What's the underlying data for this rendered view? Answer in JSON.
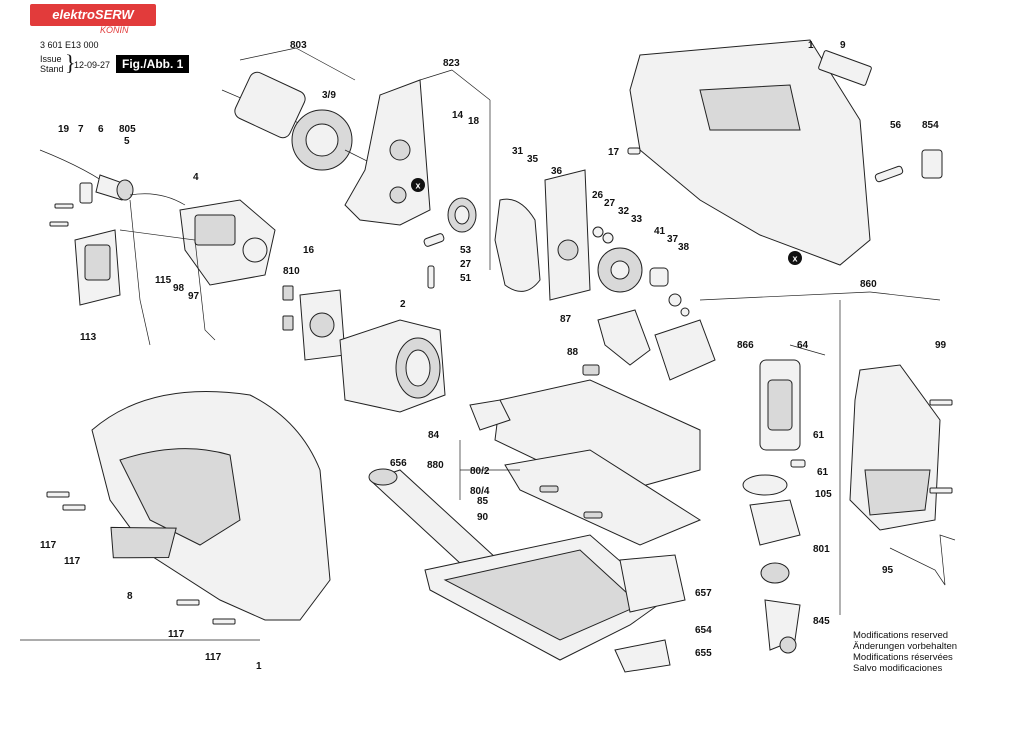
{
  "watermark": {
    "brand": "elektroSERW",
    "city": "KONIN"
  },
  "header": {
    "document_number": "3 601 E13 000",
    "issue_label_1": "Issue",
    "issue_label_2": "Stand",
    "issue_date": "12-09-27",
    "figure_label": "Fig./Abb. 1"
  },
  "notes": [
    "Modifications reserved",
    "Änderungen vorbehalten",
    "Modifications réservées",
    "Salvo modificaciones"
  ],
  "callout_labels": {
    "armature": "803",
    "armature_sub": "3/9",
    "bearing_plate": "823",
    "p14": "14",
    "p18": "18",
    "p53": "53",
    "p27a": "27",
    "p51": "51",
    "p19": "19",
    "p7": "7",
    "p6": "6",
    "p805": "805",
    "p5": "5",
    "p4": "4",
    "p115": "115",
    "p98": "98",
    "p97": "97",
    "p113": "113",
    "p16": "16",
    "p810": "810",
    "p2": "2",
    "p31": "31",
    "p35": "35",
    "p36": "36",
    "p26": "26",
    "p27b": "27",
    "p32": "32",
    "p33": "33",
    "p41": "41",
    "p37": "37",
    "p38": "38",
    "p87": "87",
    "p1a": "1",
    "p9": "9",
    "p17": "17",
    "p56": "56",
    "p854": "854",
    "p860": "860",
    "p866": "866",
    "p64": "64",
    "p99": "99",
    "p61a": "61",
    "p61b": "61",
    "p105": "105",
    "p801": "801",
    "p95": "95",
    "p845": "845",
    "p88": "88",
    "p84": "84",
    "p880": "880",
    "p80_2": "80/2",
    "p80_4": "80/4",
    "p85": "85",
    "p90": "90",
    "p656": "656",
    "p657": "657",
    "p654": "654",
    "p655": "655",
    "p117a": "117",
    "p117b": "117",
    "p8": "8",
    "p117c": "117",
    "p117d": "117",
    "p1b": "1",
    "x_mark": "x"
  }
}
